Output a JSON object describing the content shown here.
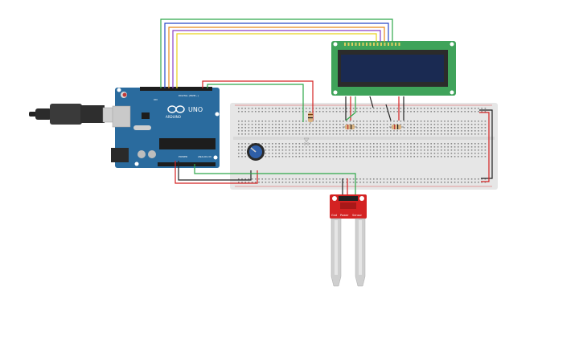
{
  "arduino": {
    "brand_label": "ARDUINO",
    "model_label": "UNO",
    "digital_label": "DIGITAL (PWM~)",
    "power_label": "POWER",
    "analog_label": "ANALOG IN",
    "on_label": "ON"
  },
  "sensor": {
    "pin_labels": [
      "Gnd",
      "Power",
      "Sensor"
    ]
  },
  "colors": {
    "board_blue": "#2a6b9e",
    "lcd_green": "#3fa35a",
    "lcd_screen": "#1a2a52",
    "breadboard": "#e6e6e6",
    "sensor_red": "#d42222",
    "wire_red": "#d42222",
    "wire_black": "#222222",
    "wire_green": "#2fa84a",
    "wire_yellow": "#e8d21a",
    "wire_blue": "#2747c8",
    "wire_purple": "#8a3fc4",
    "wire_orange": "#e8891a"
  }
}
